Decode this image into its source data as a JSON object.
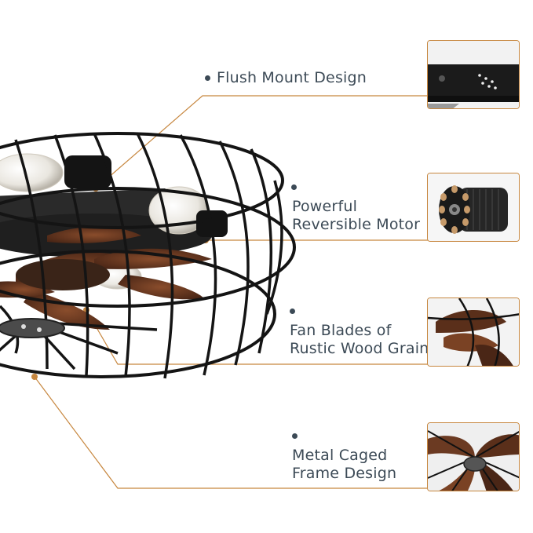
{
  "features": [
    {
      "line1": "Flush Mount Design",
      "line2": ""
    },
    {
      "line1": "Powerful",
      "line2": "Reversible Motor"
    },
    {
      "line1": "Fan Blades of",
      "line2": "Rustic Wood Grain"
    },
    {
      "line1": "Metal Caged",
      "line2": "Frame Design"
    }
  ],
  "colors": {
    "accent": "#c7873f",
    "text": "#3c4a56",
    "wood": "#6b3a22",
    "metal": "#1e1e1e"
  },
  "icons": [
    "ceiling-fan-cage",
    "fan-base-thumb",
    "motor-thumb",
    "blades-thumb",
    "cage-thumb"
  ]
}
